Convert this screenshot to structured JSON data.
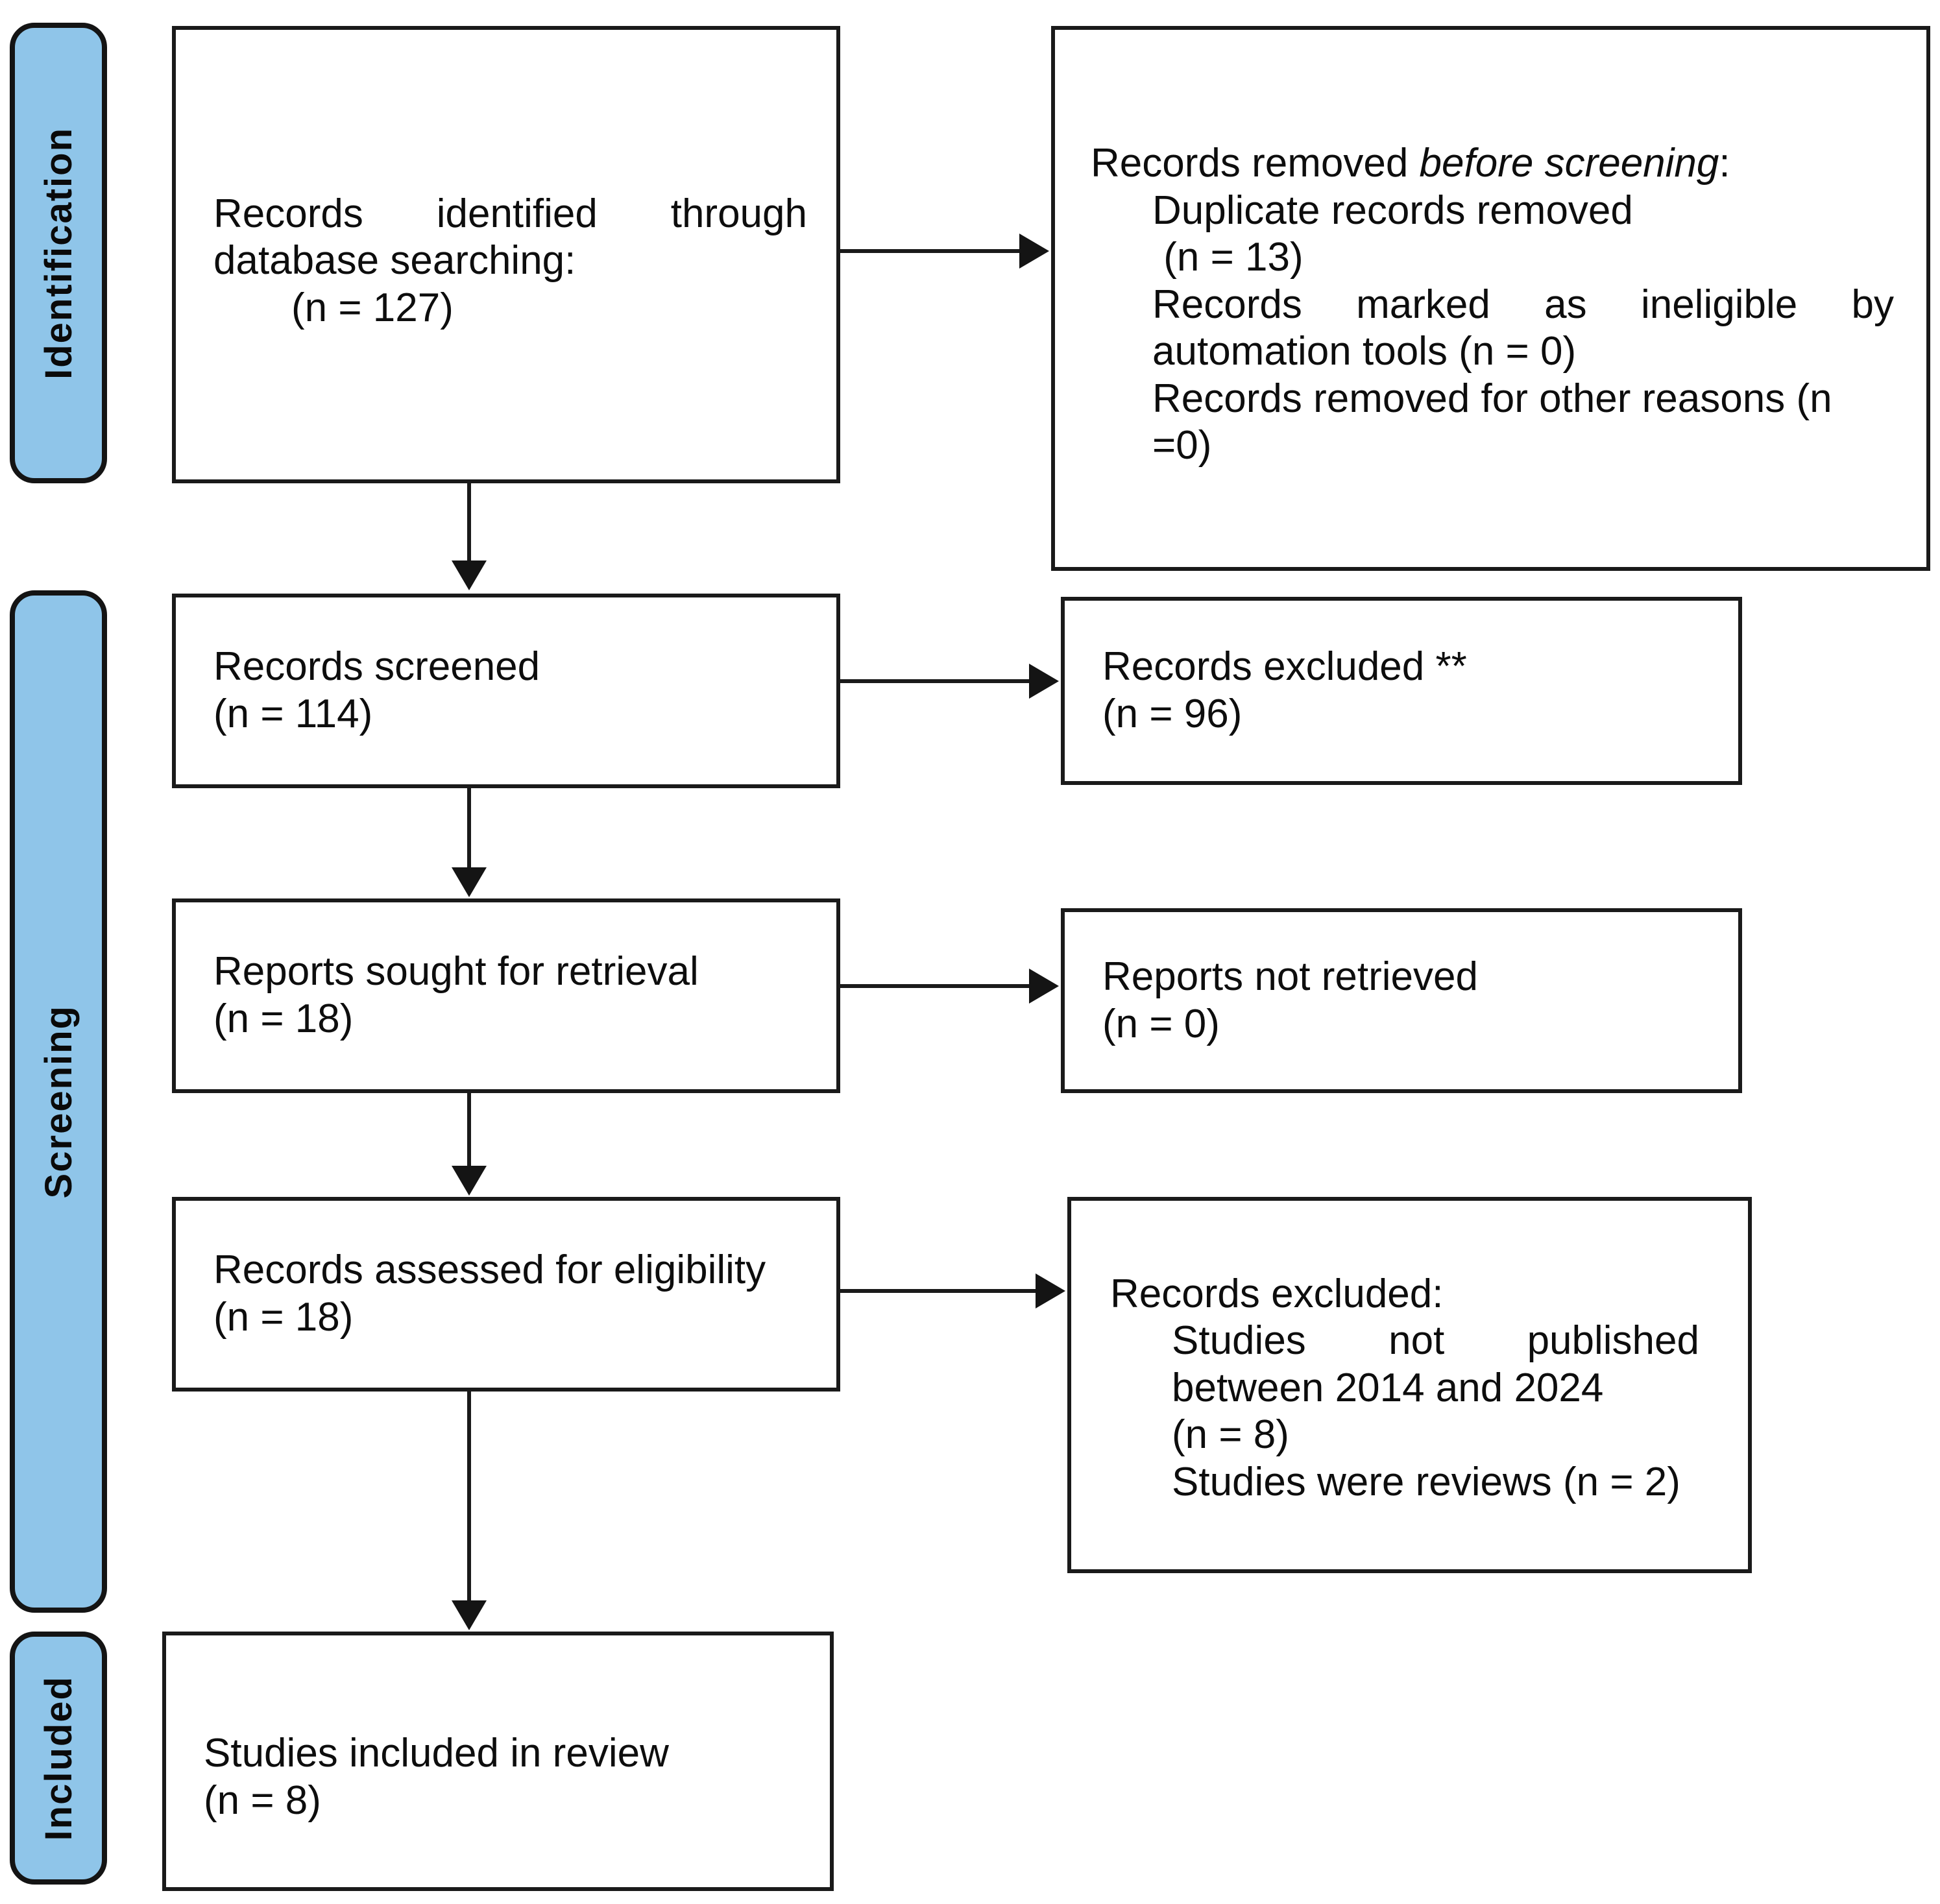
{
  "figure": {
    "type": "prisma-flow-diagram",
    "colors": {
      "stage_fill": "#8FC5E9",
      "box_fill": "#FFFFFF",
      "line": "#1A1A1A",
      "background": "#FFFFFF"
    },
    "stages": {
      "identification": "Identification",
      "screening": "Screening",
      "included": "Included"
    },
    "boxes": {
      "identified": {
        "line1": "Records identified through",
        "line2": "database searching:",
        "line3": "(n = 127)"
      },
      "removed_before_screening": {
        "title_prefix": "Records removed ",
        "title_italic": "before screening",
        "title_suffix": ":",
        "item1_line1": "Duplicate records removed",
        "item1_line2": " (n = 13)",
        "item2_line1": "Records marked as ineligible by",
        "item2_line2": "automation tools (n = 0)",
        "item3": "Records removed for other reasons (n =0)"
      },
      "screened": {
        "line1": "Records screened",
        "line2": "(n = 114)"
      },
      "records_excluded": {
        "line1": "Records excluded **",
        "line2": "(n = 96)"
      },
      "sought": {
        "line1": "Reports sought for retrieval",
        "line2": "(n = 18)"
      },
      "not_retrieved": {
        "line1": "Reports not retrieved",
        "line2": "(n = 0)"
      },
      "assessed": {
        "line1": "Records assessed for eligibility",
        "line2": "(n = 18)"
      },
      "excluded_eligibility": {
        "title": "Records excluded:",
        "item1_line1": "Studies not published",
        "item1_line2": "between 2014 and 2024",
        "item1_line3": "(n = 8)",
        "item2": "Studies were reviews (n = 2)"
      },
      "included_box": {
        "line1": "Studies included in review",
        "line2": "(n = 8)"
      }
    }
  }
}
